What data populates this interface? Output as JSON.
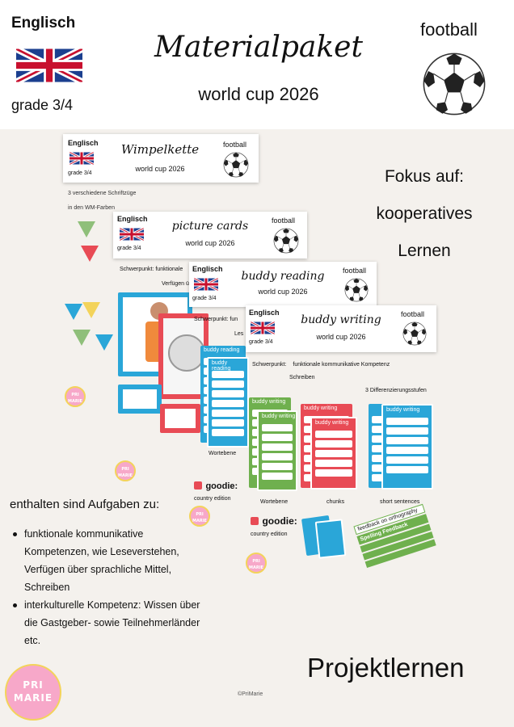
{
  "header": {
    "subject": "Englisch",
    "grade": "grade 3/4",
    "title": "Materialpaket",
    "subtitle": "world cup 2026",
    "topic": "football"
  },
  "cards": {
    "wimpelkette": {
      "subject": "Englisch",
      "grade": "grade 3/4",
      "title": "Wimpelkette",
      "subtitle": "world cup 2026",
      "topic": "football",
      "note1": "3 verschiedene Schriftzüge",
      "note2": "in den WM-Farben"
    },
    "picture": {
      "subject": "Englisch",
      "grade": "grade 3/4",
      "title": "picture cards",
      "subtitle": "world cup 2026",
      "topic": "football",
      "focus_label": "Schwerpunkt:",
      "focus_value": "funktionale",
      "note": "Verfügen ü"
    },
    "reading": {
      "subject": "Englisch",
      "grade": "grade 3/4",
      "title": "buddy reading",
      "subtitle": "world cup 2026",
      "topic": "football",
      "focus_label": "Schwerpunkt:",
      "focus_value": "fun",
      "note": "Les",
      "level": "Wortebene",
      "sheet_label": "buddy reading"
    },
    "writing": {
      "subject": "Englisch",
      "grade": "grade 3/4",
      "title": "buddy writing",
      "subtitle": "world cup 2026",
      "topic": "football",
      "focus_label": "Schwerpunkt:",
      "focus_value": "funktionale kommunikative Kompetenz",
      "skill": "Schreiben",
      "levels": "3 Differenzierungsstufen",
      "level1": "Wortebene",
      "level2": "chunks",
      "level3": "short sentences",
      "sheet_label": "buddy writing"
    }
  },
  "goodie": {
    "label": "goodie:",
    "edition": "country edition",
    "feedback1": "feedback on orthography",
    "feedback2": "Spelling Feedback"
  },
  "focus": {
    "line1": "Fokus auf:",
    "line2": "kooperatives",
    "line3": "Lernen"
  },
  "tasks": {
    "heading": "enthalten sind Aufgaben zu:",
    "items": [
      "funktionale kommunikative Kompetenzen, wie Leseverstehen, Verfügen über sprachliche Mittel, Schreiben",
      "interkulturelle Kompetenz: Wissen über die Gastgeber- sowie Teilnehmerländer etc."
    ]
  },
  "footer": {
    "project": "Projektlernen",
    "copyright": "©PriMarie"
  },
  "brand": {
    "badge_line1": "PRI",
    "badge_line2": "MARIE"
  },
  "colors": {
    "blue": "#2aa6d8",
    "red": "#e84b55",
    "green": "#6fb04e",
    "pink": "#f7a8c9",
    "yellow": "#f3d35a",
    "background": "#f4f1ed"
  }
}
